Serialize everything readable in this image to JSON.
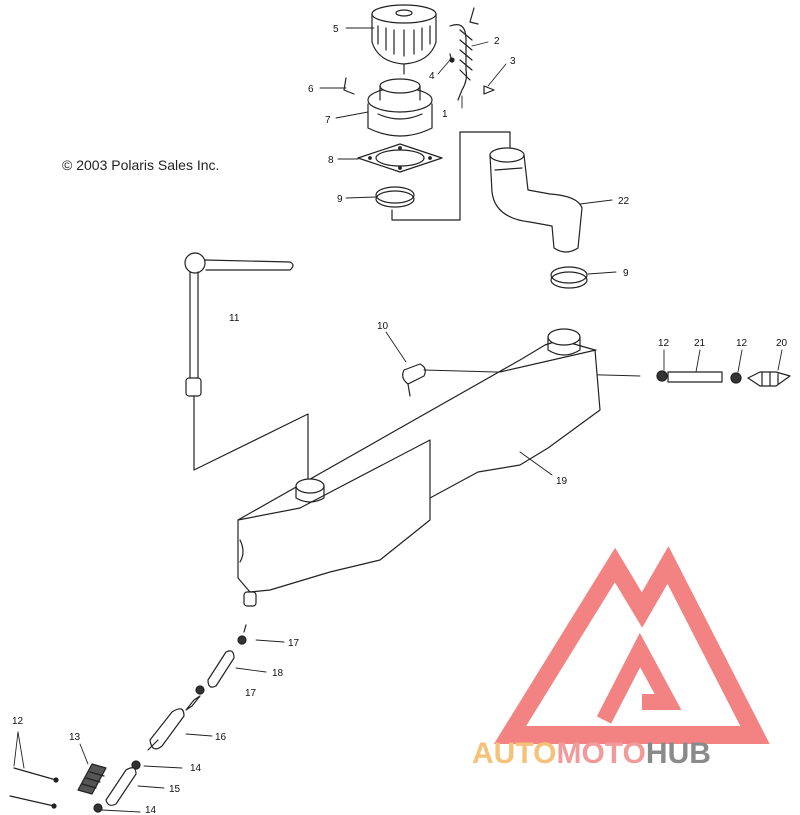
{
  "copyright": "© 2003 Polaris Sales Inc.",
  "callouts": [
    "1",
    "2",
    "3",
    "4",
    "5",
    "6",
    "7",
    "8",
    "9",
    "9",
    "10",
    "11",
    "12",
    "12",
    "12",
    "13",
    "14",
    "14",
    "15",
    "16",
    "17",
    "17",
    "18",
    "19",
    "20",
    "21",
    "22"
  ],
  "watermark": {
    "part1": "AUTO",
    "part2": "MOTO",
    "part3": "HUB",
    "colors": {
      "auto": "#f6c27a",
      "moto": "#f29a9a",
      "hub": "#8a8a8a",
      "logo": "#f26d6d"
    }
  }
}
